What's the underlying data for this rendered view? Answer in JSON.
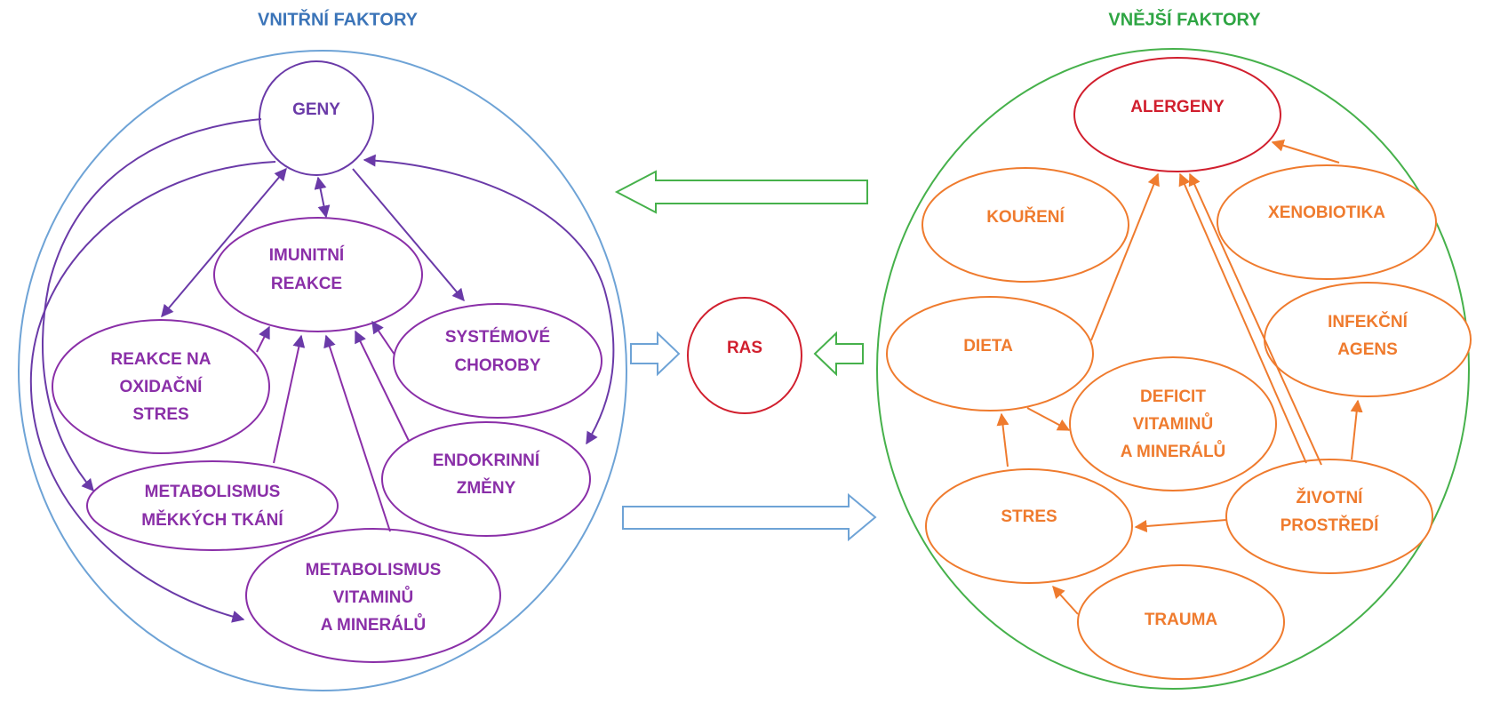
{
  "colors": {
    "inner_circle": "#6ea3d6",
    "inner_title": "#3b74b8",
    "inner_node": "#8a2fa8",
    "geny_node": "#6a3aa8",
    "inner_arrow": "#6a3aa8",
    "outer_circle": "#46b14b",
    "outer_title": "#2ea543",
    "outer_node": "#ef7b2e",
    "red": "#d11f2e",
    "blue_block_arrow": "#6ea3d6",
    "green_block_arrow": "#46b14b"
  },
  "titles": {
    "inner": "VNITŘNÍ FAKTORY",
    "outer": "VNĚJŠÍ FAKTORY"
  },
  "center": {
    "label": "RAS"
  },
  "inner_nodes": {
    "geny": [
      "GENY"
    ],
    "imunitni": [
      "IMUNITNÍ",
      "REAKCE"
    ],
    "systemove": [
      "SYSTÉMOVÉ",
      "CHOROBY"
    ],
    "oxidacni": [
      "REAKCE NA",
      "OXIDAČNÍ",
      "STRES"
    ],
    "endokrinni": [
      "ENDOKRINNÍ",
      "ZMĚNY"
    ],
    "metab_tkani": [
      "METABOLISMUS",
      "MĚKKÝCH TKÁNÍ"
    ],
    "metab_vit": [
      "METABOLISMUS",
      "VITAMINŮ",
      "A MINERÁLŮ"
    ]
  },
  "outer_nodes": {
    "alergeny": [
      "ALERGENY"
    ],
    "koureni": [
      "KOUŘENÍ"
    ],
    "xenobiotika": [
      "XENOBIOTIKA"
    ],
    "dieta": [
      "DIETA"
    ],
    "infekcni": [
      "INFEKČNÍ",
      "AGENS"
    ],
    "deficit": [
      "DEFICIT",
      "VITAMINŮ",
      "A MINERÁLŮ"
    ],
    "stres": [
      "STRES"
    ],
    "zivotni": [
      "ŽIVOTNÍ",
      "PROSTŘEDÍ"
    ],
    "trauma": [
      "TRAUMA"
    ]
  }
}
